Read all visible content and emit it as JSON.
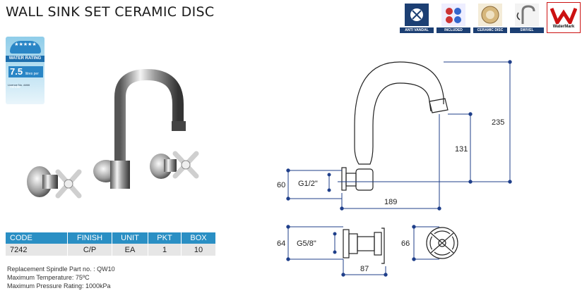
{
  "title": "WALL SINK SET CERAMIC DISC",
  "badges": [
    {
      "icon": "anti-vandal-icon",
      "caption": "ANTI VANDAL"
    },
    {
      "icon": "indices-icon",
      "caption": "INCLUDED"
    },
    {
      "icon": "ceramic-disc-icon",
      "caption": "CERAMIC DISC"
    },
    {
      "icon": "swivel-icon",
      "caption": "SWIVEL"
    }
  ],
  "watermark": {
    "text": "WaterMark"
  },
  "water_rating": {
    "band": "WATER RATING",
    "value": "7.5",
    "unit": "litres per minute",
    "licence": "Licence No. ####"
  },
  "table": {
    "headers": [
      "CODE",
      "FINISH",
      "UNIT",
      "PKT",
      "BOX"
    ],
    "row": [
      "7242",
      "C/P",
      "EA",
      "1",
      "10"
    ]
  },
  "notes": [
    "Replacement Spindle Part no.  : QW10",
    "Maximum Temperature: 75ºC",
    "Maximum Pressure Rating: 1000kPa"
  ],
  "dimensions": {
    "h60": "60",
    "thread_top": "G1/2\"",
    "h131": "131",
    "h235": "235",
    "w189": "189",
    "h64": "64",
    "thread_bottom": "G5/8\"",
    "w87": "87",
    "d66": "66"
  },
  "colors": {
    "table_header": "#2a8fc4",
    "badge_caption": "#1c3f73",
    "watermark_red": "#cc1111"
  }
}
